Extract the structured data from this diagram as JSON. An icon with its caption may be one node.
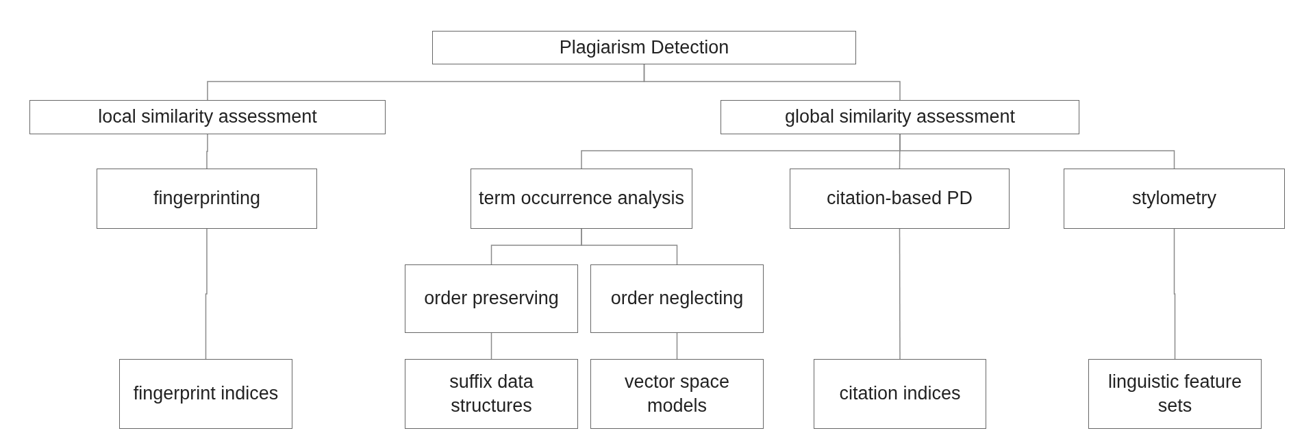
{
  "diagram": {
    "nodes": [
      {
        "text": [
          "Plagiarism Detection"
        ]
      },
      {
        "text": [
          "local similarity assessment"
        ]
      },
      {
        "text": [
          "global similarity assessment"
        ]
      },
      {
        "text": [
          "fingerprinting"
        ]
      },
      {
        "text": [
          "term occurrence analysis"
        ]
      },
      {
        "text": [
          "citation-based PD"
        ]
      },
      {
        "text": [
          "stylometry"
        ]
      },
      {
        "text": [
          "order preserving"
        ]
      },
      {
        "text": [
          "order neglecting"
        ]
      },
      {
        "text": [
          "fingerprint indices"
        ]
      },
      {
        "text": [
          "suffix data structures"
        ]
      },
      {
        "text": [
          "vector space models"
        ]
      },
      {
        "text": [
          "citation indices"
        ]
      },
      {
        "text": [
          "linguistic feature sets"
        ]
      }
    ],
    "edges": [
      {
        "from": 0,
        "to": 1,
        "arrow": "none"
      },
      {
        "from": 0,
        "to": 2,
        "arrow": "none"
      },
      {
        "from": 1,
        "to": 3,
        "arrow": "none"
      },
      {
        "from": 2,
        "to": 4,
        "arrow": "none"
      },
      {
        "from": 2,
        "to": 5,
        "arrow": "none"
      },
      {
        "from": 2,
        "to": 6,
        "arrow": "none"
      },
      {
        "from": 3,
        "to": 9,
        "arrow": "none"
      },
      {
        "from": 4,
        "to": 7,
        "arrow": "none"
      },
      {
        "from": 4,
        "to": 8,
        "arrow": "none"
      },
      {
        "from": 7,
        "to": 10,
        "arrow": "none"
      },
      {
        "from": 8,
        "to": 11,
        "arrow": "none"
      },
      {
        "from": 5,
        "to": 12,
        "arrow": "none"
      },
      {
        "from": 6,
        "to": 13,
        "arrow": "none"
      }
    ]
  }
}
